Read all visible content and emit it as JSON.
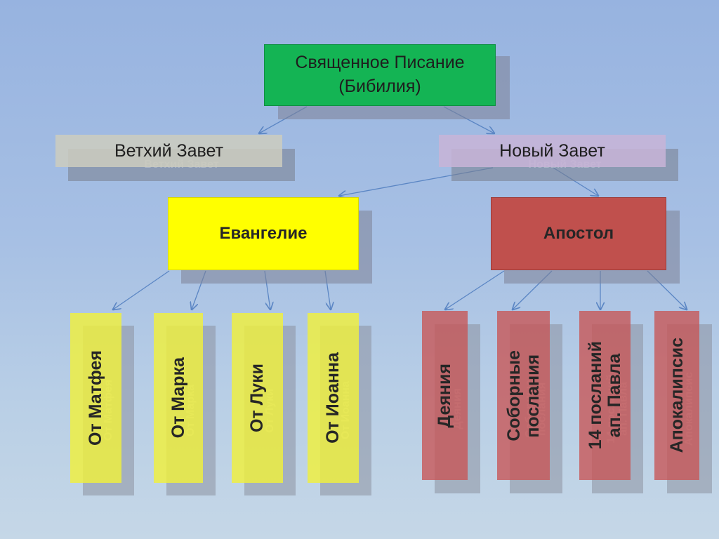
{
  "root": {
    "line1": "Священное Писание",
    "line2": "(Бибилия)"
  },
  "old_testament": {
    "label": "Ветхий Завет"
  },
  "new_testament": {
    "label": "Новый Завет"
  },
  "gospel": {
    "label": "Евангелие"
  },
  "apostle": {
    "label": "Апостол"
  },
  "gospels": [
    {
      "label": "От Матфея"
    },
    {
      "label": "От Марка"
    },
    {
      "label": "От Луки"
    },
    {
      "label": "От Иоанна"
    }
  ],
  "apostle_books": [
    {
      "line1": "Деяния"
    },
    {
      "line1": "Соборные",
      "line2": "послания"
    },
    {
      "line1": "14 посланий",
      "line2": "ап. Павла"
    },
    {
      "line1": "Апокалипсис"
    }
  ],
  "colors": {
    "root": "#14b454",
    "gospel": "#ffff00",
    "apostle": "#c0504d",
    "arrow": "#5b86c4"
  }
}
